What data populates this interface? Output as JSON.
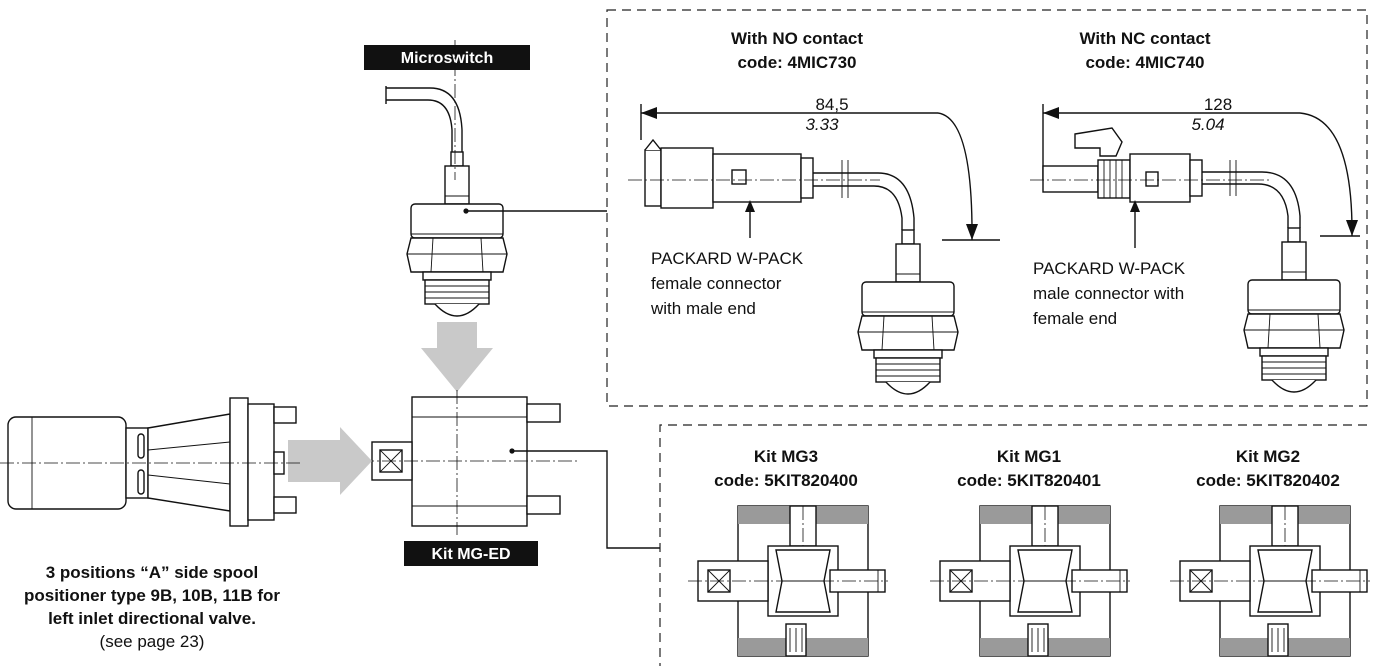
{
  "microswitch": {
    "label": "Microswitch"
  },
  "no_contact": {
    "title": "With NO contact",
    "code": "code: 4MIC730",
    "dim_mm": "84,5",
    "dim_in": "3.33",
    "connector": [
      "PACKARD W-PACK",
      "female connector",
      "with male end"
    ]
  },
  "nc_contact": {
    "title": "With NC contact",
    "code": "code: 4MIC740",
    "dim_mm": "128",
    "dim_in": "5.04",
    "connector": [
      "PACKARD W-PACK",
      "male connector with",
      "female end"
    ]
  },
  "kit_med": {
    "label": "Kit MG-ED"
  },
  "kits": [
    {
      "name": "Kit MG3",
      "code": "code: 5KIT820400"
    },
    {
      "name": "Kit MG1",
      "code": "code: 5KIT820401"
    },
    {
      "name": "Kit MG2",
      "code": "code: 5KIT820402"
    }
  ],
  "caption": {
    "lines": [
      "3 positions “A” side spool",
      "positioner type 9B, 10B, 11B for",
      "left inlet directional valve."
    ],
    "note": "(see page 23)"
  },
  "colors": {
    "arrow": "#c9c9c9",
    "label_bg": "#111111",
    "hatch": "#9a9a9a"
  }
}
